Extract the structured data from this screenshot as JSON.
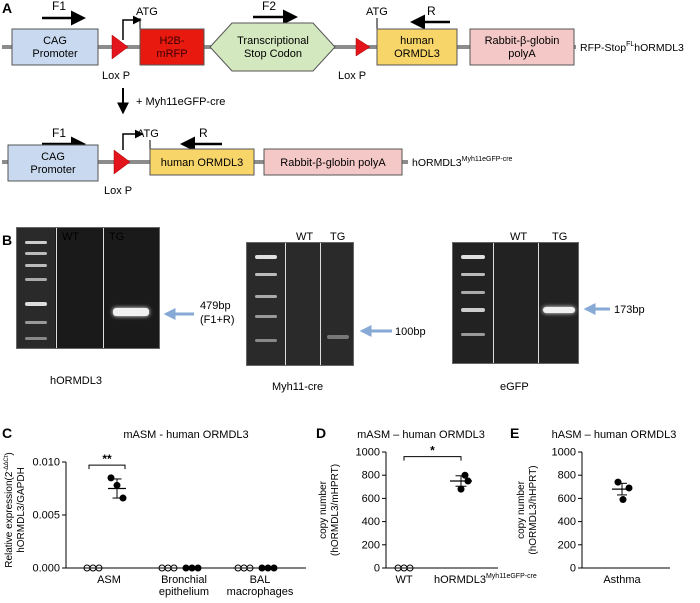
{
  "panels": {
    "A": "A",
    "B": "B",
    "C": "C",
    "D": "D",
    "E": "E"
  },
  "construct1": {
    "primer_f1": "F1",
    "primer_f2": "F2",
    "primer_r": "R",
    "cag": [
      "CAG",
      "Promoter"
    ],
    "loxp_1": "Lox P",
    "loxp_2": "Lox P",
    "atg_1": "ATG",
    "atg_2": "ATG",
    "h2b": [
      "H2B-",
      "mRFP"
    ],
    "stop": [
      "Transcriptional",
      "Stop Codon"
    ],
    "ormdl3": [
      "human",
      "ORMDL3"
    ],
    "polya": [
      "Rabbit-β-globin",
      "polyA"
    ],
    "name": "RFP-Stop",
    "name_sup": "FL",
    "name_suffix": "hORMDL3"
  },
  "cross": {
    "label": "+ Myh11eGFP-cre"
  },
  "construct2": {
    "primer_f1": "F1",
    "primer_r": "R",
    "atg": "ATG",
    "cag": [
      "CAG",
      "Promoter"
    ],
    "loxp": "Lox P",
    "ormdl3": "human ORMDL3",
    "polya": "Rabbit-β-globin polyA",
    "name": "hORMDL3",
    "name_sup": "Myh11eGFP-cre"
  },
  "gels": [
    {
      "wt": "WT",
      "tg": "TG",
      "band_label": [
        "479bp",
        "(F1+R)"
      ],
      "caption": "hORMDL3"
    },
    {
      "wt": "WT",
      "tg": "TG",
      "band_label": [
        "100bp"
      ],
      "caption": "Myh11-cre"
    },
    {
      "wt": "WT",
      "tg": "TG",
      "band_label": [
        "173bp"
      ],
      "caption": "eGFP"
    }
  ],
  "colors": {
    "cag": "#c9daf0",
    "h2b": "#e8190f",
    "stop": "#d3e8bf",
    "ormdl3": "#f7d569",
    "polya": "#f5c8c8",
    "loxp": "#e3141c",
    "arrow_blue": "#86a9d6",
    "dna": "#8c8c8c"
  },
  "chart_data": [
    {
      "type": "scatter",
      "title": "mASM - human ORMDL3",
      "ylabel": [
        "Relative expression",
        "(2",
        "-ΔΔCt",
        ")",
        "hORMDL3/GAPDH"
      ],
      "ylim": [
        0,
        0.01
      ],
      "yticks": [
        "0.000",
        "0.005",
        "0.010"
      ],
      "categories": [
        "ASM",
        "Bronchial epithelium",
        "BAL macrophages"
      ],
      "category_labels": [
        [
          "ASM"
        ],
        [
          "Bronchial",
          "epithelium"
        ],
        [
          "BAL",
          "macrophages"
        ]
      ],
      "groups": [
        {
          "category": "ASM",
          "wt": [
            0.0,
            0.0,
            0.0
          ],
          "tg": [
            0.0085,
            0.0078,
            0.0066
          ],
          "tg_mean": 0.0075,
          "tg_sem": 0.0009
        },
        {
          "category": "Bronchial epithelium",
          "wt": [
            0.0,
            0.0,
            0.0
          ],
          "tg": [
            0.0,
            0.0,
            0.0
          ]
        },
        {
          "category": "BAL macrophages",
          "wt": [
            0.0,
            0.0,
            0.0
          ],
          "tg": [
            0.0,
            0.0,
            0.0
          ]
        }
      ],
      "significance": "**"
    },
    {
      "type": "scatter",
      "title": "mASM – human ORMDL3",
      "ylabel": [
        "copy number",
        "(hORMDL3/mHPRT)"
      ],
      "ylim": [
        0,
        1000
      ],
      "yticks": [
        "0",
        "200",
        "400",
        "600",
        "800",
        "1000"
      ],
      "categories": [
        "WT",
        "hORMDL3"
      ],
      "category_sup": [
        "",
        "Myh11eGFP-cre"
      ],
      "groups": [
        {
          "category": "WT",
          "values": [
            0,
            0,
            0
          ]
        },
        {
          "category": "hORMDL3",
          "values": [
            800,
            750,
            680
          ],
          "mean": 750,
          "sem": 45
        }
      ],
      "significance": "*"
    },
    {
      "type": "scatter",
      "title": "hASM – human ORMDL3",
      "ylabel": [
        "copy number",
        "(hORMDL3/hHPRT)"
      ],
      "ylim": [
        0,
        1000
      ],
      "yticks": [
        "0",
        "200",
        "400",
        "600",
        "800",
        "1000"
      ],
      "categories": [
        "Asthma"
      ],
      "groups": [
        {
          "category": "Asthma",
          "values": [
            740,
            690,
            590
          ],
          "mean": 680,
          "sem": 50
        }
      ]
    }
  ]
}
